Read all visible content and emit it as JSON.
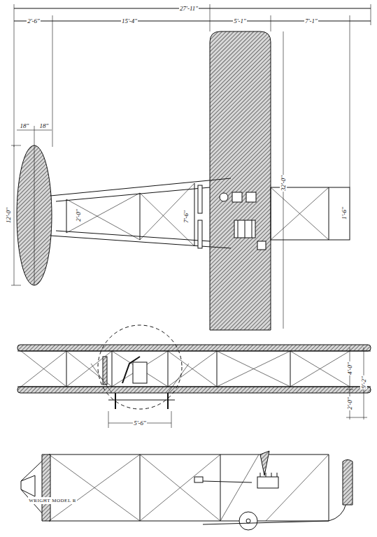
{
  "diagram": {
    "labels": [
      "27'-11\"",
      "2'-6\"",
      "15'-4\"",
      "5'-1\"",
      "7'-1\"",
      "18\"",
      "18\"",
      "12'-0\"",
      "32'-0\"",
      "2'-0\"",
      "7'-6\"",
      "1'-6\"",
      "4'-0\"",
      "2'-0\"",
      "9'-2\"",
      "5'-6\"",
      "WRIGHT MODEL R"
    ]
  }
}
